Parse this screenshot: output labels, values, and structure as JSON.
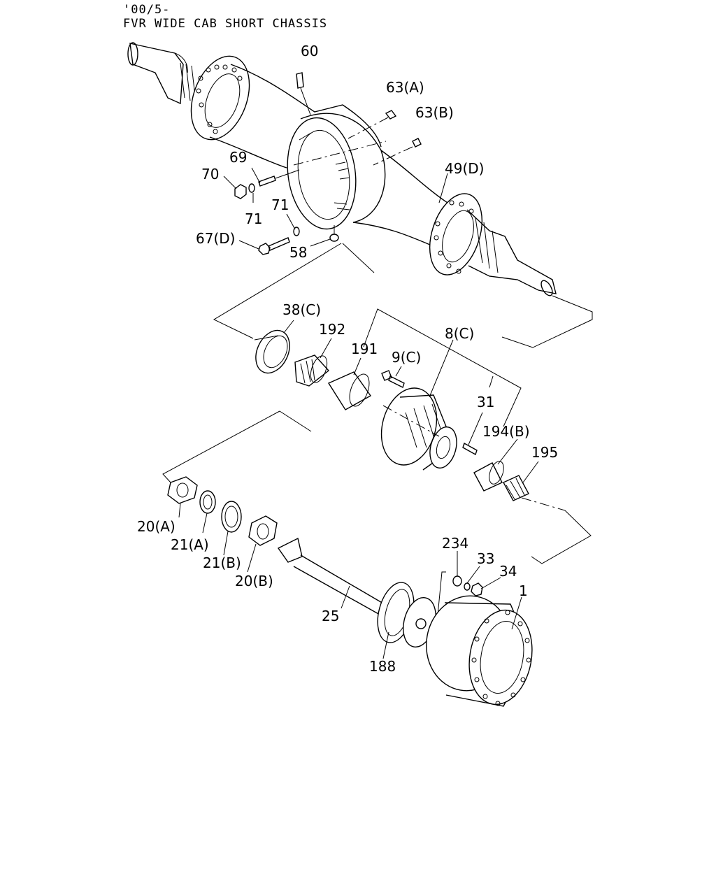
{
  "header": {
    "line1": "'00/5-",
    "line2": "FVR WIDE CAB SHORT CHASSIS"
  },
  "parts": {
    "p60": "60",
    "p63a": "63(A)",
    "p63b": "63(B)",
    "p69": "69",
    "p70": "70",
    "p71a": "71",
    "p71b": "71",
    "p49d": "49(D)",
    "p67d": "67(D)",
    "p58": "58",
    "p38c": "38(C)",
    "p192": "192",
    "p191": "191",
    "p9c": "9(C)",
    "p8c": "8(C)",
    "p31": "31",
    "p194b": "194(B)",
    "p195": "195",
    "p20a": "20(A)",
    "p21a": "21(A)",
    "p21b": "21(B)",
    "p20b": "20(B)",
    "p234": "234",
    "p33": "33",
    "p34": "34",
    "p25": "25",
    "p1": "1",
    "p188": "188"
  }
}
